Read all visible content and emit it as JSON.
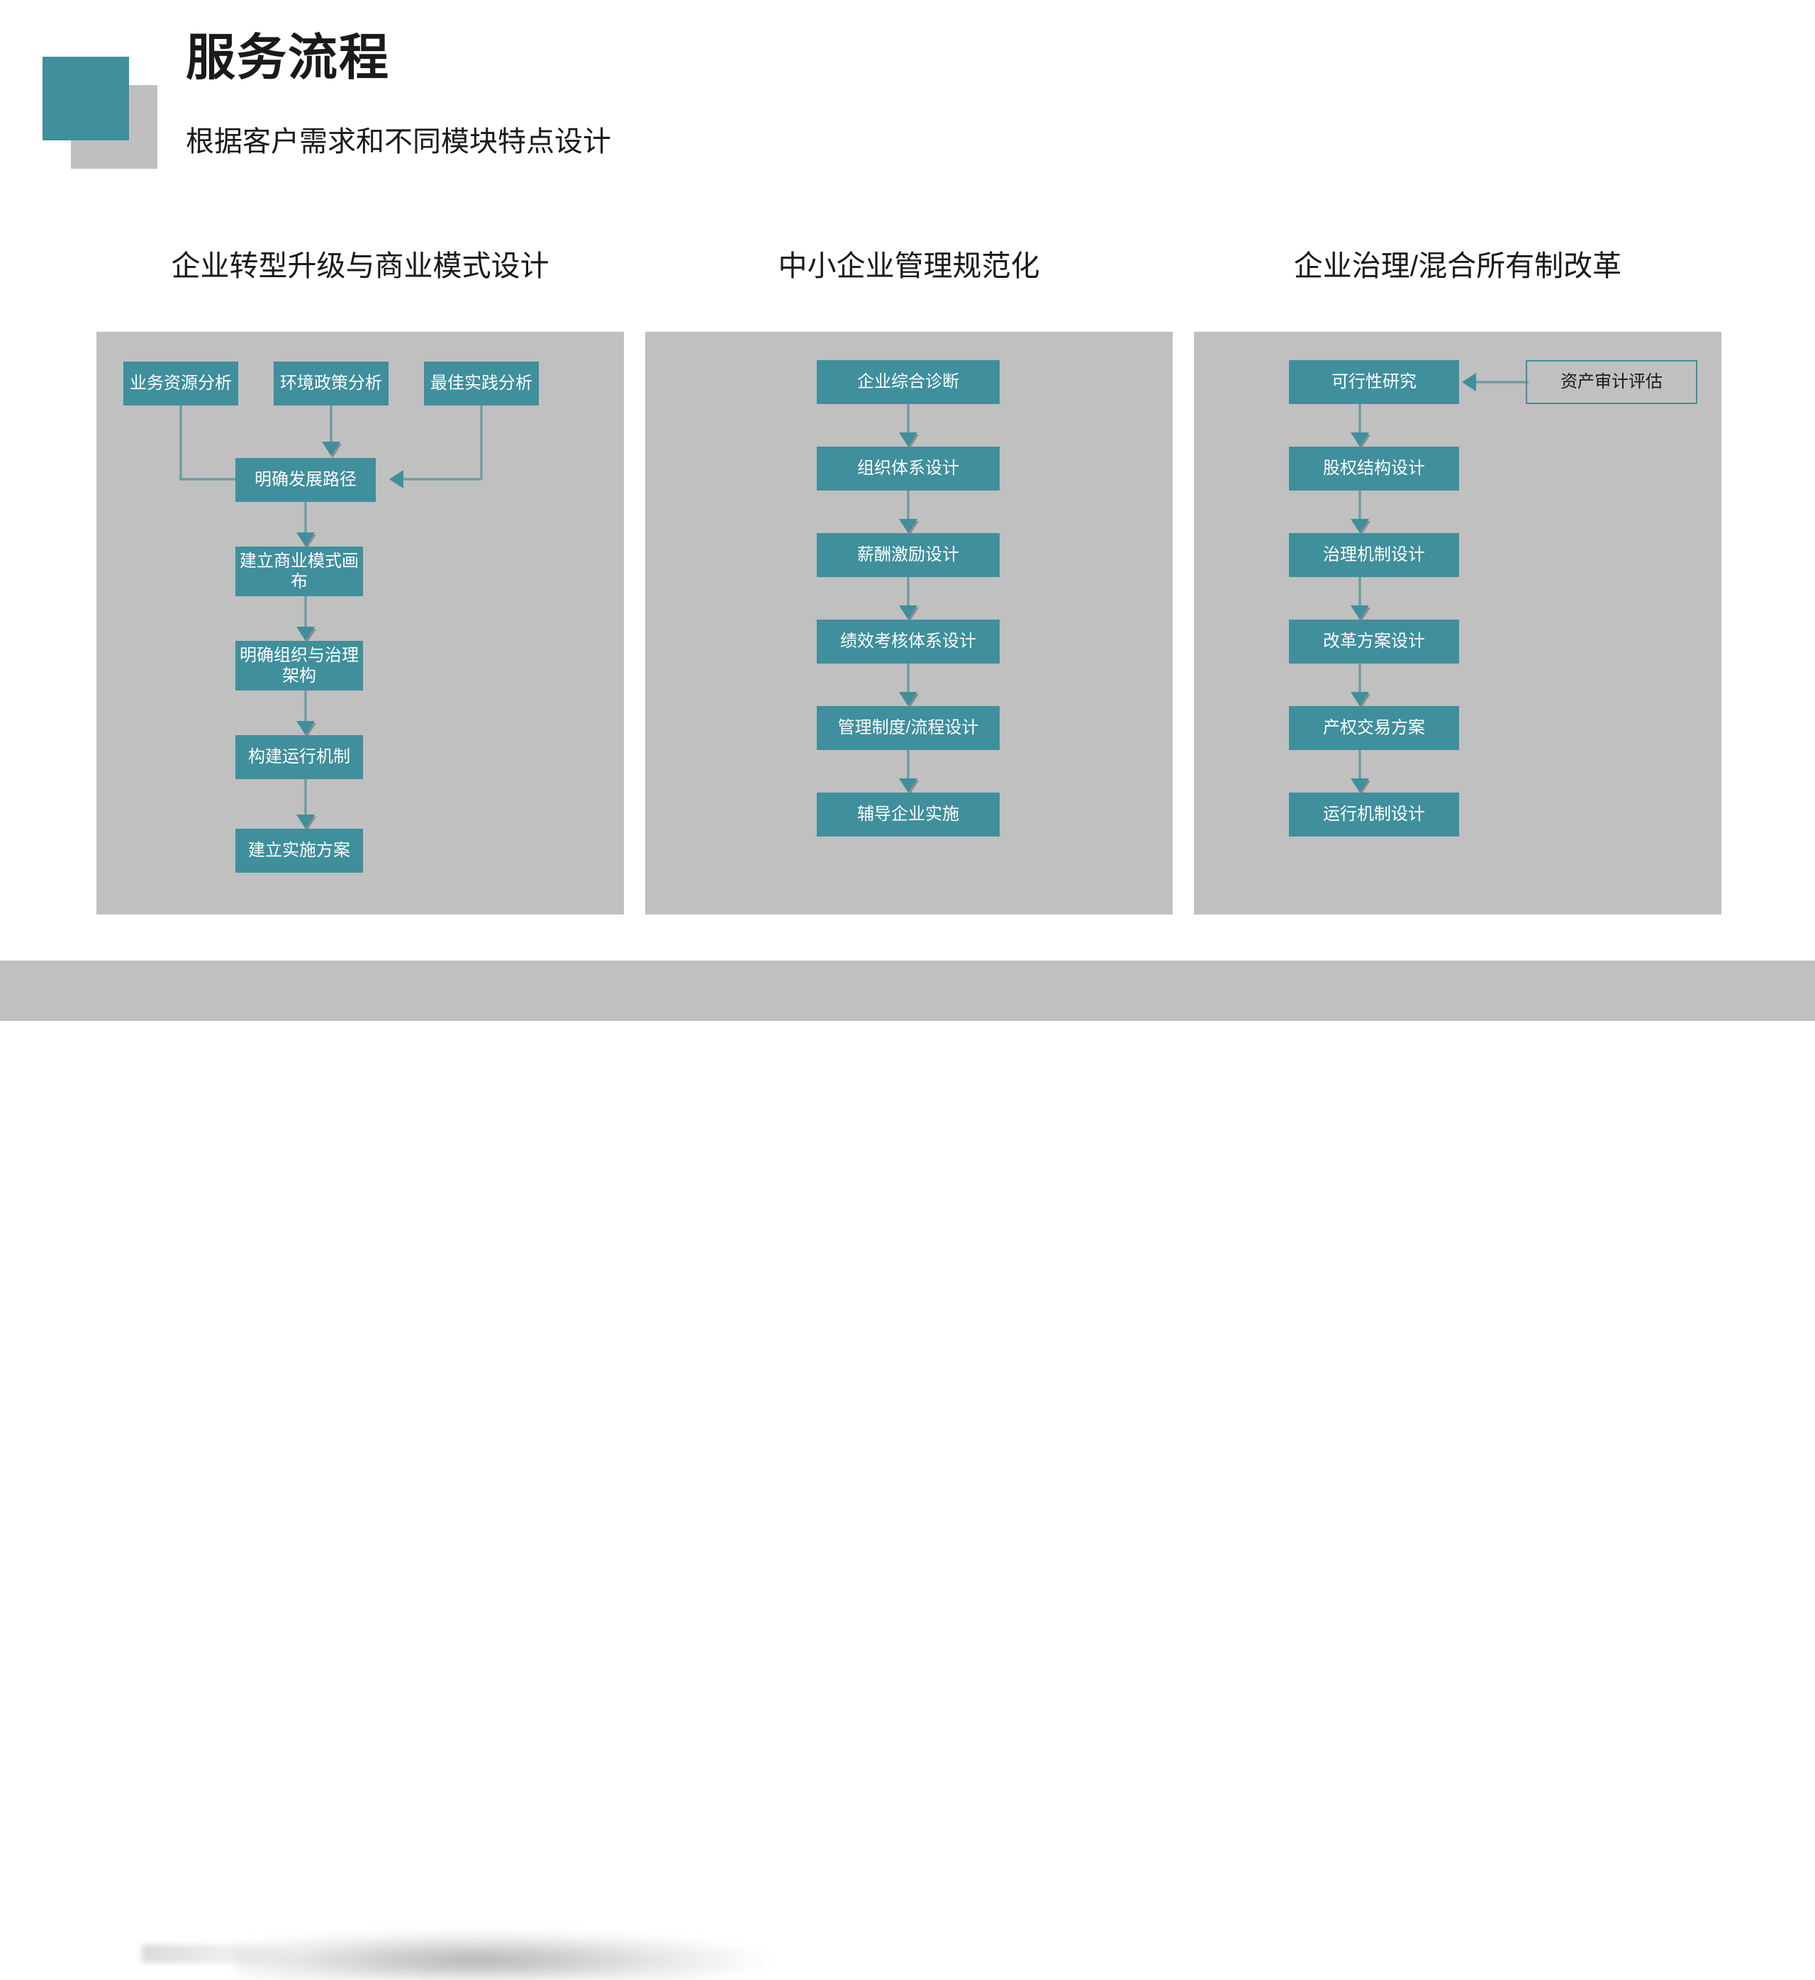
{
  "header": {
    "title": "服务流程",
    "subtitle": "根据客户需求和不同模块特点设计",
    "accent_color": "#3f8f9c",
    "panel_color": "#c0c0c0"
  },
  "columns": [
    {
      "title": "企业转型升级与商业模式设计",
      "nodes": [
        {
          "label": "业务资源分析"
        },
        {
          "label": "环境政策分析"
        },
        {
          "label": "最佳实践分析"
        },
        {
          "label": "明确发展路径"
        },
        {
          "label": "建立商业模式画布"
        },
        {
          "label": "明确组织与治理架构"
        },
        {
          "label": "构建运行机制"
        },
        {
          "label": "建立实施方案"
        }
      ]
    },
    {
      "title": "中小企业管理规范化",
      "nodes": [
        {
          "label": "企业综合诊断"
        },
        {
          "label": "组织体系设计"
        },
        {
          "label": "薪酬激励设计"
        },
        {
          "label": "绩效考核体系设计"
        },
        {
          "label": "管理制度/流程设计"
        },
        {
          "label": "辅导企业实施"
        }
      ]
    },
    {
      "title": "企业治理/混合所有制改革",
      "nodes": [
        {
          "label": "可行性研究"
        },
        {
          "label": "资产审计评估"
        },
        {
          "label": "股权结构设计"
        },
        {
          "label": "治理机制设计"
        },
        {
          "label": "改革方案设计"
        },
        {
          "label": "产权交易方案"
        },
        {
          "label": "运行机制设计"
        }
      ]
    }
  ]
}
